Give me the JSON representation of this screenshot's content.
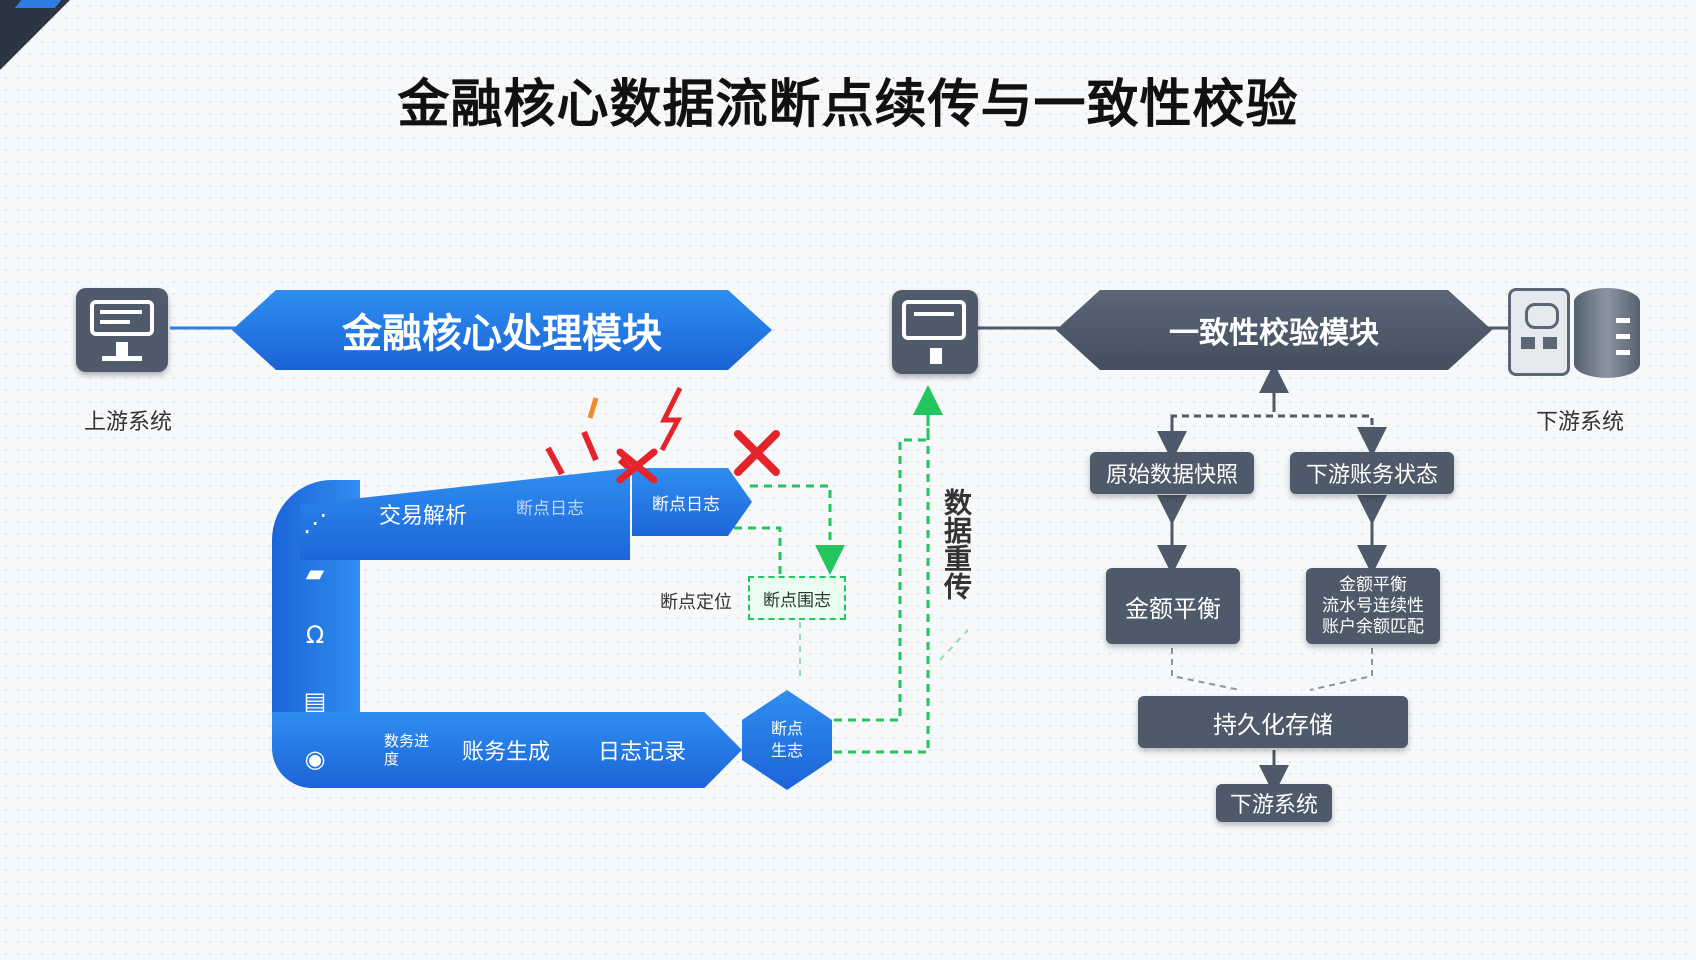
{
  "title": "金融核心数据流断点续传与一致性校验",
  "left": {
    "module": "金融核心处理模块",
    "upstream_label": "上游系统",
    "top_steps": [
      "交易解析",
      "断点日志",
      "断点日志"
    ],
    "bottom_steps": [
      "数务进度",
      "账务生成",
      "日志记录"
    ],
    "breakpoint_node": "断点\n生志",
    "locate_label": "断点定位",
    "locate_box": "断点围志",
    "retransmit": "数据重传"
  },
  "right": {
    "module": "一致性校验模块",
    "downstream_label_top": "下游系统",
    "snapshot": "原始数据快照",
    "account_state": "下游账务状态",
    "balance": "金额平衡",
    "checks": [
      "金额平衡",
      "流水号连续性",
      "账户余额匹配"
    ],
    "persist": "持久化存储",
    "downstream": "下游系统"
  },
  "colors": {
    "blue": "#1f6fe0",
    "dark": "#4e5a6a",
    "green": "#22c55e",
    "red": "#e5232b"
  },
  "icons": [
    "monitor-icon",
    "server-icon",
    "database-icon",
    "error-x-icon",
    "lightning-icon"
  ]
}
